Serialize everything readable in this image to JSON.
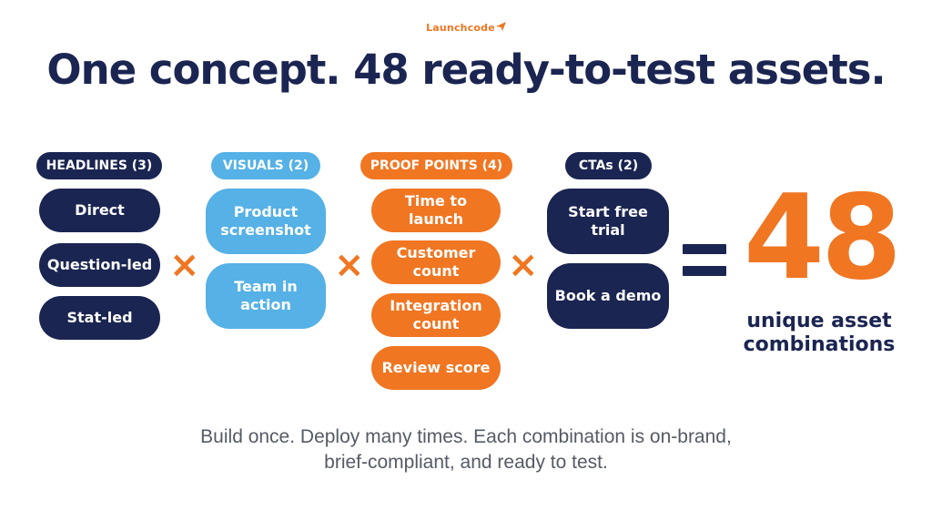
{
  "brand": {
    "name": "Launchcode"
  },
  "title": "One concept. 48 ready-to-test assets.",
  "columns": [
    {
      "header": "HEADLINES (3)",
      "items": [
        "Direct",
        "Question-led",
        "Stat-led"
      ]
    },
    {
      "header": "VISUALS (2)",
      "items": [
        "Product screenshot",
        "Team in action"
      ]
    },
    {
      "header": "PROOF POINTS (4)",
      "items": [
        "Time to launch",
        "Customer count",
        "Integration count",
        "Review score"
      ]
    },
    {
      "header": "CTAs (2)",
      "items": [
        "Start free trial",
        "Book a demo"
      ]
    }
  ],
  "operators": {
    "times": "×"
  },
  "result": {
    "number": "48",
    "caption_line1": "unique asset",
    "caption_line2": "combinations"
  },
  "footer": {
    "line1": "Build once. Deploy many times. Each combination is on-brand,",
    "line2": "brief-compliant, and ready to test."
  },
  "colors": {
    "navy": "#1b2552",
    "blue": "#55b1e6",
    "orange": "#f07622"
  }
}
